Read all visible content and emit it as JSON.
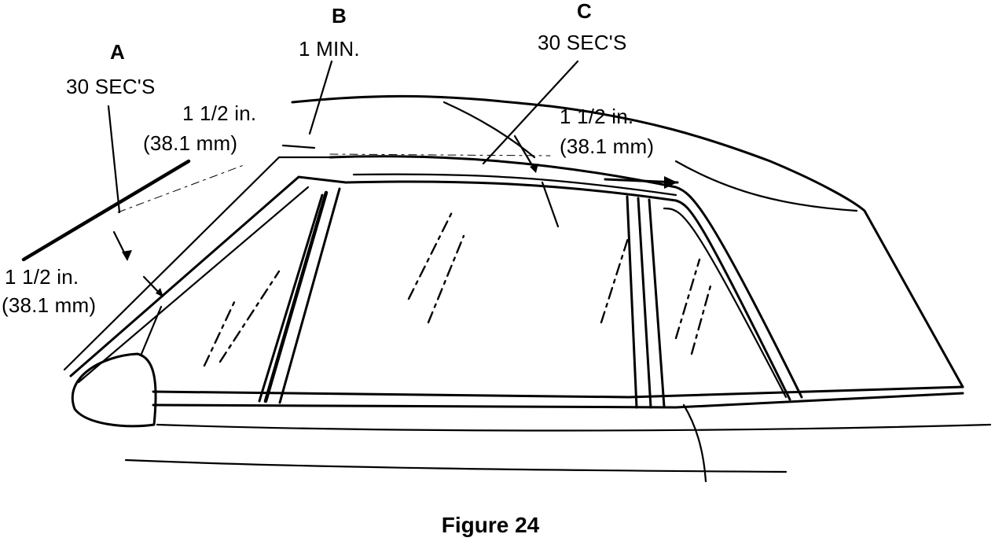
{
  "labels": {
    "a_letter": "A",
    "a_time": "30 SEC'S",
    "b_letter": "B",
    "b_time": "1 MIN.",
    "c_letter": "C",
    "c_time": "30 SEC'S",
    "dim_left_in": "1 1/2 in.",
    "dim_left_mm": "(38.1 mm)",
    "dim_top_in": "1 1/2 in.",
    "dim_top_mm": "(38.1 mm)",
    "dim_right_in": "1 1/2 in.",
    "dim_right_mm": "(38.1 mm)"
  },
  "caption": "Figure 24"
}
